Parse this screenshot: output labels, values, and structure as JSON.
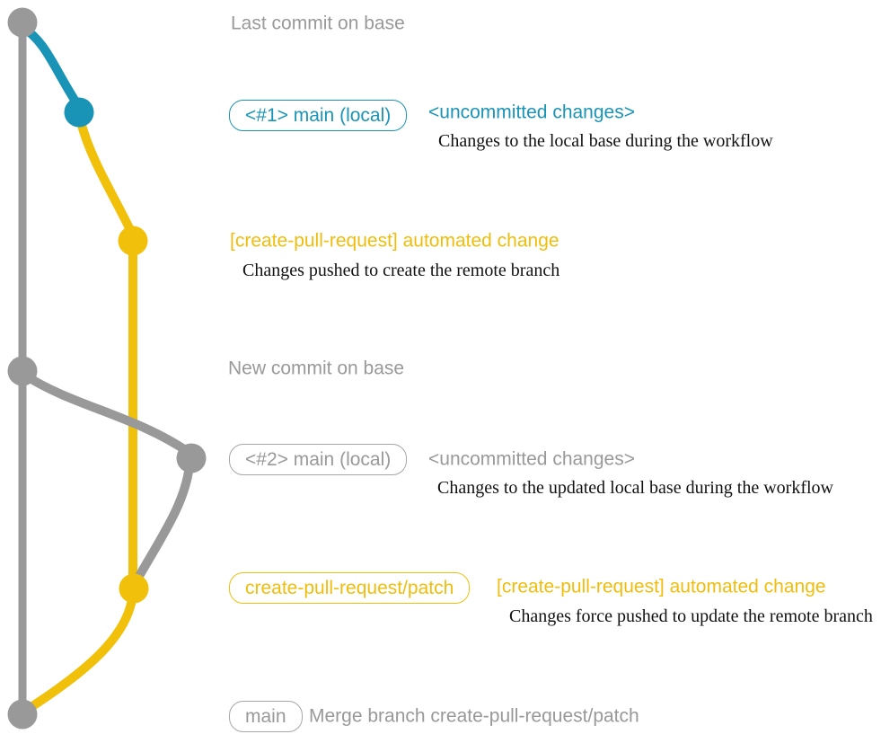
{
  "colors": {
    "gray": "#999999",
    "teal": "#1a94b6",
    "yellow": "#f0c00b",
    "caption": "#111111",
    "background": "#ffffff"
  },
  "graph": {
    "commit_dots": [
      {
        "id": "base-last-commit",
        "color": "gray"
      },
      {
        "id": "local-main-1-uncommitted",
        "color": "teal"
      },
      {
        "id": "patch-branch-commit-1",
        "color": "yellow"
      },
      {
        "id": "base-new-commit",
        "color": "gray"
      },
      {
        "id": "local-main-2-uncommitted",
        "color": "gray"
      },
      {
        "id": "patch-branch-commit-2",
        "color": "yellow"
      },
      {
        "id": "base-merge-commit",
        "color": "gray"
      }
    ]
  },
  "annotations": {
    "last_commit_label": "Last commit on base",
    "step1": {
      "badge": "<#1> main (local)",
      "title": "<uncommitted changes>",
      "caption": "Changes to the local base during the workflow"
    },
    "push1": {
      "title": "[create-pull-request] automated change",
      "caption": "Changes pushed to create the remote branch"
    },
    "new_commit_label": "New commit on base",
    "step2": {
      "badge": "<#2> main (local)",
      "title": "<uncommitted changes>",
      "caption": "Changes to the updated local base during the workflow"
    },
    "push2": {
      "badge": "create-pull-request/patch",
      "title": "[create-pull-request] automated change",
      "caption": "Changes force pushed to update the remote branch"
    },
    "merge": {
      "badge": "main",
      "title": "Merge branch create-pull-request/patch"
    }
  }
}
